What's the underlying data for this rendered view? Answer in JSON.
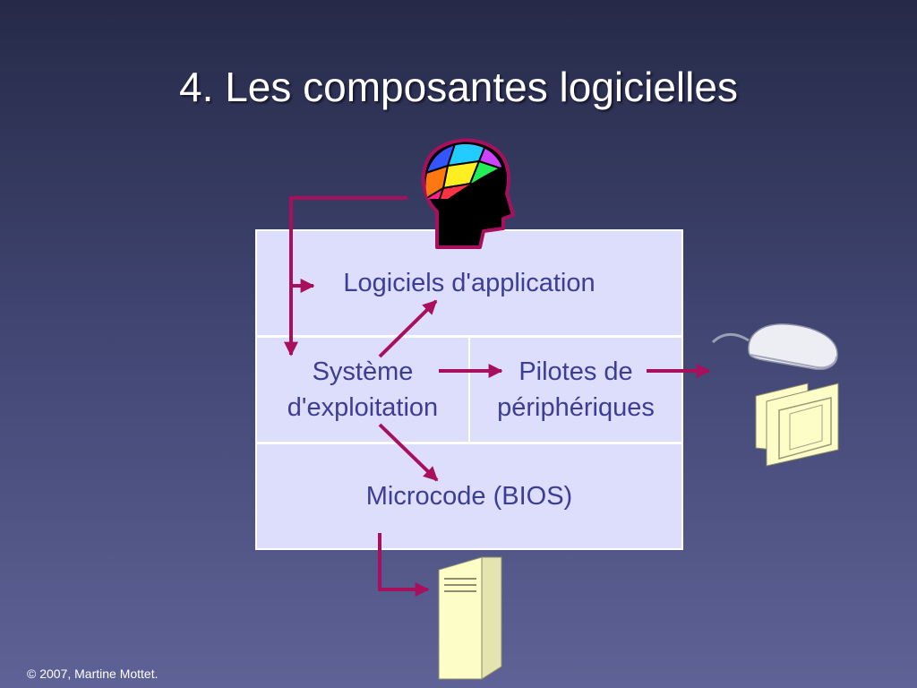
{
  "slide": {
    "title": "4. Les composantes logicielles",
    "copyright": "© 2007, Martine Mottet."
  },
  "layers": {
    "applications": "Logiciels d'application",
    "os_line1": "Système",
    "os_line2": "d'exploitation",
    "drivers_line1": "Pilotes de",
    "drivers_line2": "périphériques",
    "firmware": "Microcode (BIOS)"
  },
  "icons": [
    "head-icon",
    "mouse-icon",
    "monitor-icon",
    "computer-tower-icon"
  ],
  "colors": {
    "arrow": "#a8105e",
    "box_fill": "#ddddfc",
    "box_text": "#3d3d95",
    "box_border": "#ffffff",
    "device_fill": "#fdfdc8"
  }
}
